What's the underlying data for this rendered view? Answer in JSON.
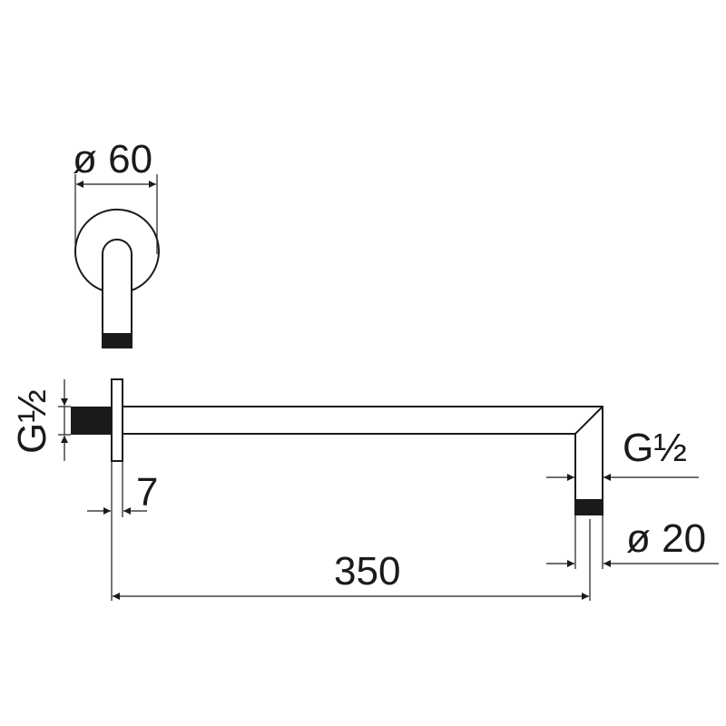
{
  "dimensions": {
    "flange_diameter": "ø 60",
    "thread_left": "G½",
    "flange_thickness": "7",
    "arm_length": "350",
    "thread_right": "G½",
    "outlet_diameter": "ø 20"
  },
  "colors": {
    "line": "#1a1a1a",
    "background": "#ffffff"
  }
}
